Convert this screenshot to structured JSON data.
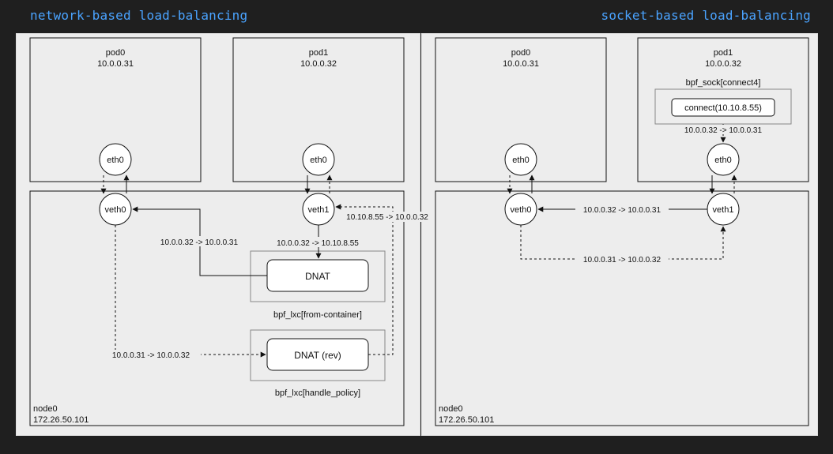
{
  "titles": {
    "left": "network-based load-balancing",
    "right": "socket-based load-balancing"
  },
  "left": {
    "pod0": {
      "name": "pod0",
      "ip": "10.0.0.31",
      "iface": "eth0"
    },
    "pod1": {
      "name": "pod1",
      "ip": "10.0.0.32",
      "iface": "eth0"
    },
    "node": {
      "name": "node0",
      "ip": "172.26.50.101"
    },
    "veth0": "veth0",
    "veth1": "veth1",
    "dnat": "DNAT",
    "dnat_rev": "DNAT (rev)",
    "prog_from_container": "bpf_lxc[from-container]",
    "prog_handle_policy": "bpf_lxc[handle_policy]",
    "flow_pod1_to_svc": "10.0.0.32 -> 10.10.8.55",
    "flow_dnat_to_pod0": "10.0.0.32 -> 10.0.0.31",
    "flow_pod0_reply": "10.0.0.31 -> 10.0.0.32",
    "flow_rev_to_pod1": "10.10.8.55 -> 10.0.0.32"
  },
  "right": {
    "pod0": {
      "name": "pod0",
      "ip": "10.0.0.31",
      "iface": "eth0"
    },
    "pod1": {
      "name": "pod1",
      "ip": "10.0.0.32",
      "iface": "eth0"
    },
    "node": {
      "name": "node0",
      "ip": "172.26.50.101"
    },
    "veth0": "veth0",
    "veth1": "veth1",
    "prog_connect4": "bpf_sock[connect4]",
    "connect_call": "connect(10.10.8.55)",
    "flow_connect_rewrite": "10.0.0.32 -> 10.0.0.31",
    "flow_veth1_to_veth0": "10.0.0.32 -> 10.0.0.31",
    "flow_veth0_to_veth1": "10.0.0.31 -> 10.0.0.32"
  }
}
